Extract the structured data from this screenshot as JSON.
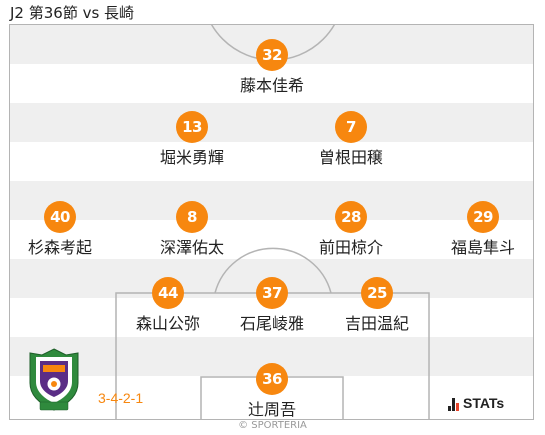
{
  "header": {
    "title": "J2 第36節 vs 長崎"
  },
  "formation": "3-4-2-1",
  "players": [
    {
      "number": "32",
      "name": "藤本佳希"
    },
    {
      "number": "13",
      "name": "堀米勇輝"
    },
    {
      "number": "7",
      "name": "曽根田穣"
    },
    {
      "number": "40",
      "name": "杉森考起"
    },
    {
      "number": "8",
      "name": "深澤佑太"
    },
    {
      "number": "28",
      "name": "前田椋介"
    },
    {
      "number": "29",
      "name": "福島隼斗"
    },
    {
      "number": "44",
      "name": "森山公弥"
    },
    {
      "number": "37",
      "name": "石尾崚雅"
    },
    {
      "number": "25",
      "name": "吉田温紀"
    },
    {
      "number": "36",
      "name": "辻周吾"
    }
  ],
  "branding": {
    "stats_label": "STATs",
    "credit": "© SPORTERIA"
  },
  "colors": {
    "accent": "#f7870f",
    "crest_green": "#2f8a3d",
    "crest_purple": "#5b2d86"
  },
  "icons": {
    "team_crest": "ehime-fc-crest-icon",
    "stats_logo": "stats-bars-icon"
  }
}
